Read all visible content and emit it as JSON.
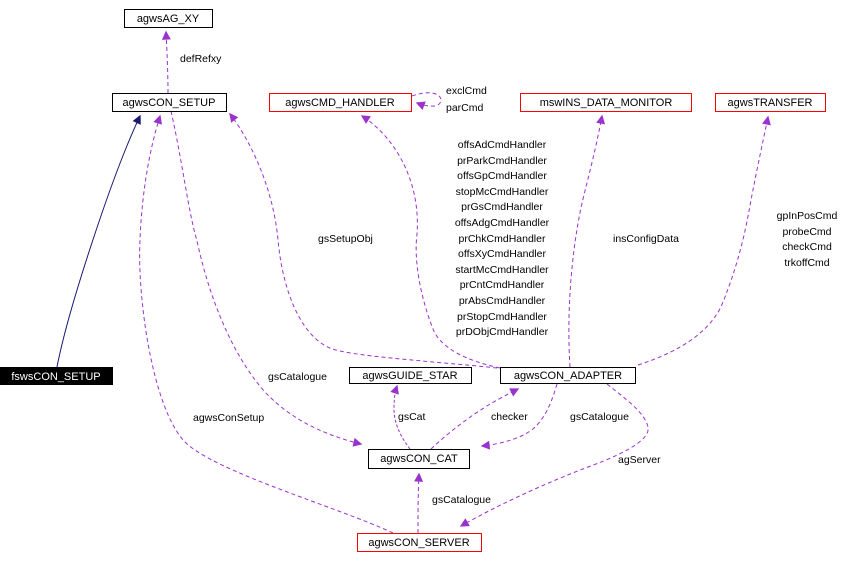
{
  "diagram": {
    "type": "doxygen-collaboration-diagram",
    "colors": {
      "background": "#ffffff",
      "usage_edge": "#9a32cd",
      "inheritance_edge": "#191970",
      "node_border": "#000000",
      "truncated_node_border": "#ff0000",
      "focus_node_fill": "#000000",
      "focus_node_text": "#ffffff",
      "text": "#000000"
    },
    "nodes": {
      "agwsAG_XY": {
        "label": "agwsAG_XY"
      },
      "agwsCON_SETUP": {
        "label": "agwsCON_SETUP"
      },
      "agwsCMD_HANDLER": {
        "label": "agwsCMD_HANDLER"
      },
      "mswINS_DATA_MONITOR": {
        "label": "mswINS_DATA_MONITOR"
      },
      "agwsTRANSFER": {
        "label": "agwsTRANSFER"
      },
      "fswsCON_SETUP": {
        "label": "fswsCON_SETUP"
      },
      "agwsGUIDE_STAR": {
        "label": "agwsGUIDE_STAR"
      },
      "agwsCON_ADAPTER": {
        "label": "agwsCON_ADAPTER"
      },
      "agwsCON_CAT": {
        "label": "agwsCON_CAT"
      },
      "agwsCON_SERVER": {
        "label": "agwsCON_SERVER"
      }
    },
    "edge_labels": {
      "defRefxy": "defRefxy",
      "exclCmd": "exclCmd",
      "parCmd": "parCmd",
      "gsSetupObj": "gsSetupObj",
      "insConfigData": "insConfigData",
      "gsCatalogue_setup": "gsCatalogue",
      "agwsConSetup": "agwsConSetup",
      "gsCat": "gsCat",
      "checker": "checker",
      "gsCatalogue_adapter": "gsCatalogue",
      "gsCatalogue_server": "gsCatalogue",
      "agServer": "agServer",
      "cmd_handlers": [
        "offsAdCmdHandler",
        "prParkCmdHandler",
        "offsGpCmdHandler",
        "stopMcCmdHandler",
        "prGsCmdHandler",
        "offsAdgCmdHandler",
        "prChkCmdHandler",
        "offsXyCmdHandler",
        "startMcCmdHandler",
        "prCntCmdHandler",
        "prAbsCmdHandler",
        "prStopCmdHandler",
        "prDObjCmdHandler"
      ],
      "transfer_cmds": [
        "gpInPosCmd",
        "probeCmd",
        "checkCmd",
        "trkoffCmd"
      ]
    }
  }
}
